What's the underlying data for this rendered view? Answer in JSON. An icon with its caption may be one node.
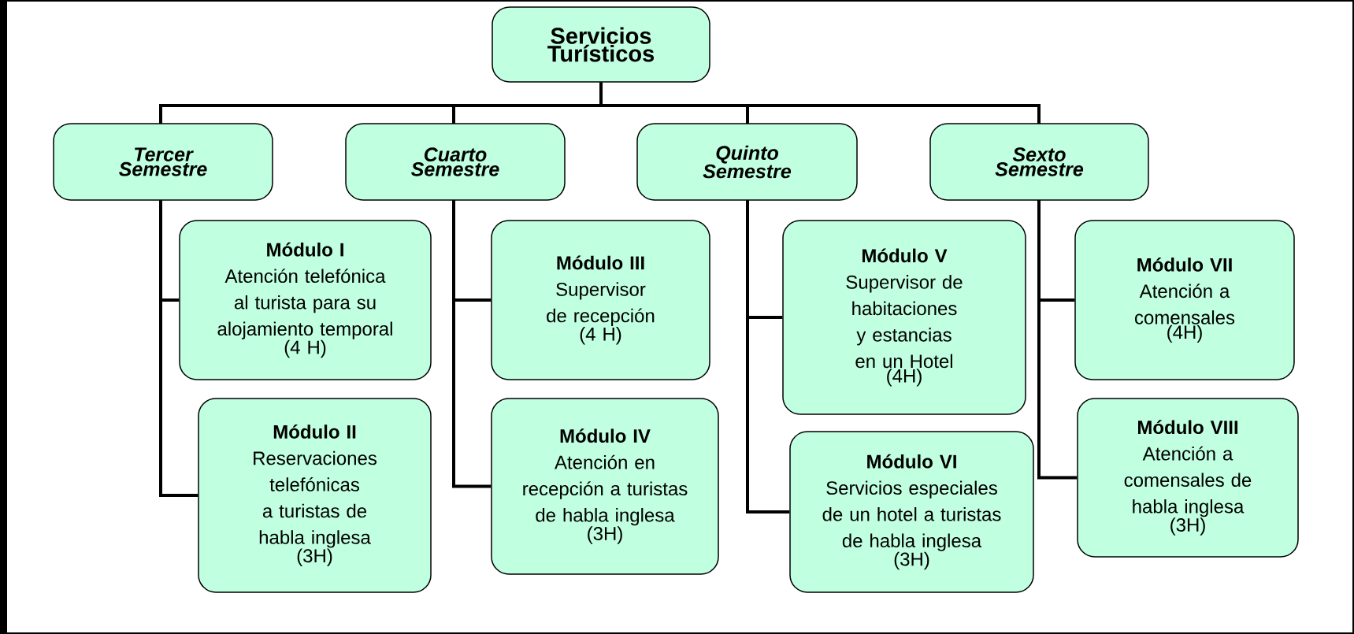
{
  "diagram": {
    "nodes": [
      {
        "text": [
          "Servicios Turísticos"
        ]
      },
      {
        "text": [
          "Tercer Semestre"
        ]
      },
      {
        "text": [
          "Cuarto Semestre"
        ]
      },
      {
        "text": [
          "Quinto Semestre"
        ]
      },
      {
        "text": [
          "Sexto Semestre"
        ]
      },
      {
        "text": [
          "Módulo I",
          "Atención telefónica al turista para su alojamiento temporal",
          "(4 H)"
        ]
      },
      {
        "text": [
          "Módulo II",
          "Reservaciones telefónicas a turistas de habla inglesa",
          "(3H)"
        ]
      },
      {
        "text": [
          "Módulo III",
          "Supervisor de recepción",
          "(4 H)"
        ]
      },
      {
        "text": [
          "Módulo IV",
          "Atención en recepción a turistas de habla inglesa",
          "(3H)"
        ]
      },
      {
        "text": [
          "Módulo V",
          "Supervisor de habitaciones y estancias en un Hotel",
          "(4H)"
        ]
      },
      {
        "text": [
          "Módulo VI",
          "Servicios especiales de un hotel a turistas de habla inglesa",
          "(3H)"
        ]
      },
      {
        "text": [
          "Módulo VII",
          "Atención a comensales",
          "(4H)"
        ]
      },
      {
        "text": [
          "Módulo VIII",
          "Atención a comensales de habla inglesa",
          "(3H)"
        ]
      }
    ],
    "edges": [
      {
        "from": 0,
        "to": 1,
        "arrow": "none"
      },
      {
        "from": 0,
        "to": 2,
        "arrow": "none"
      },
      {
        "from": 0,
        "to": 3,
        "arrow": "none"
      },
      {
        "from": 0,
        "to": 4,
        "arrow": "none"
      },
      {
        "from": 1,
        "to": 5,
        "arrow": "none"
      },
      {
        "from": 1,
        "to": 6,
        "arrow": "none"
      },
      {
        "from": 2,
        "to": 7,
        "arrow": "none"
      },
      {
        "from": 2,
        "to": 8,
        "arrow": "none"
      },
      {
        "from": 3,
        "to": 9,
        "arrow": "none"
      },
      {
        "from": 3,
        "to": 10,
        "arrow": "none"
      },
      {
        "from": 4,
        "to": 11,
        "arrow": "none"
      },
      {
        "from": 4,
        "to": 12,
        "arrow": "none"
      }
    ]
  }
}
